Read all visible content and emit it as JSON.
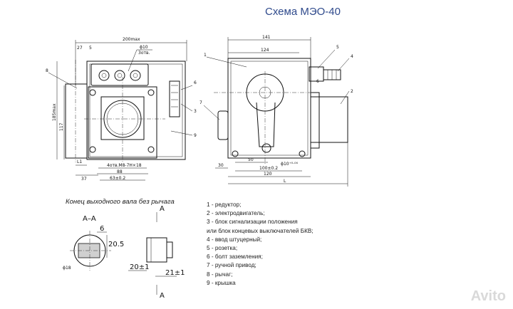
{
  "title": "Схема МЭО-40",
  "caption": "Конец выходного вала без рычага",
  "legend": [
    "1 - редуктор;",
    "2 - электродвигатель;",
    "3 - блок сигнализации положения",
    "или блок концевых выключателей БКВ;",
    "4 - ввод штуцерный;",
    "5 - розетка;",
    "6 - болт заземления;",
    "7 - ручной привод;",
    "8 - рычаг;",
    "9 - крышка"
  ],
  "dims": {
    "d200": "200max",
    "d27": "27",
    "d5": "5",
    "phi10": "ϕ10",
    "d3": "3отв.",
    "d185": "185max",
    "d117": "117",
    "l1": "L1",
    "d37": "37",
    "d88": "88",
    "d63": "63±0.2",
    "bolts": "4отв.М8-7Н×18",
    "d141": "141",
    "d124": "124",
    "d30": "30",
    "d50": "50",
    "d100": "100±0.2",
    "d120": "120",
    "dL": "L",
    "phi10b": "ϕ10⁺⁰·⁰⁴",
    "d6": "6",
    "d205": "20.5",
    "phi18": "ϕ18",
    "d20": "20±1",
    "d21": "21±1",
    "sec": "А–А",
    "secA": "А"
  },
  "callouts": [
    "1",
    "2",
    "3",
    "4",
    "5",
    "6",
    "7",
    "8",
    "9"
  ],
  "watermark": "Avito"
}
